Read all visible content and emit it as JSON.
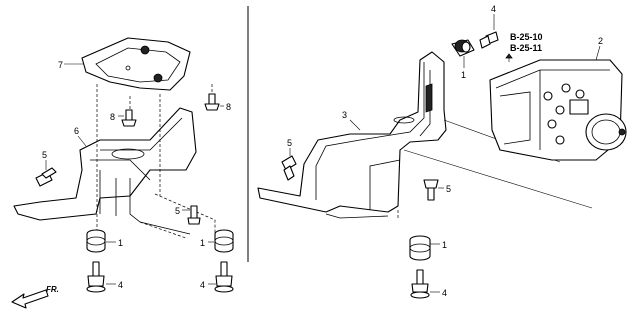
{
  "callouts": {
    "left_bracket_upper": "7",
    "left_bolt_upper": "8",
    "left_bolt_right": "8",
    "left_bracket": "6",
    "left_bolt_side": "5",
    "left_bolt_mid": "5",
    "left_mount_a": "1",
    "left_mount_b": "1",
    "left_bolt_a": "4",
    "left_bolt_b": "4",
    "right_bolt_top": "4",
    "right_grommet": "1",
    "right_unit": "2",
    "right_bracket": "3",
    "right_bolt_left": "5",
    "right_bolt_mid": "5",
    "right_mount": "1",
    "right_bolt_bottom": "4"
  },
  "references": [
    "B-25-10",
    "B-25-11"
  ],
  "direction_label": "FR."
}
